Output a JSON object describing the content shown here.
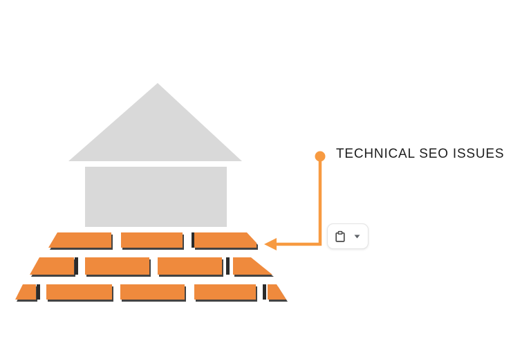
{
  "diagram": {
    "callout": {
      "label": "TECHNICAL SEO ISSUES"
    },
    "house": {
      "roof_shape": "triangle",
      "body_shape": "rectangle"
    },
    "bricks": {
      "rows": 3,
      "bricks_per_row": [
        3,
        4,
        5
      ]
    }
  },
  "paste_toolbar": {
    "paste_icon": "clipboard-icon",
    "dropdown_icon": "caret-down-icon"
  },
  "colors": {
    "brick_orange": "#EF8A3D",
    "connector_orange": "#F79A41",
    "house_gray": "#D9D9D9",
    "brick_shadow": "#3A3A3A",
    "tick_dark": "#2B2B2B",
    "label_text": "#1E1E1E",
    "button_bg": "#FFFFFF",
    "button_border": "#E4E4E4",
    "icon_gray": "#4A4A4A"
  }
}
